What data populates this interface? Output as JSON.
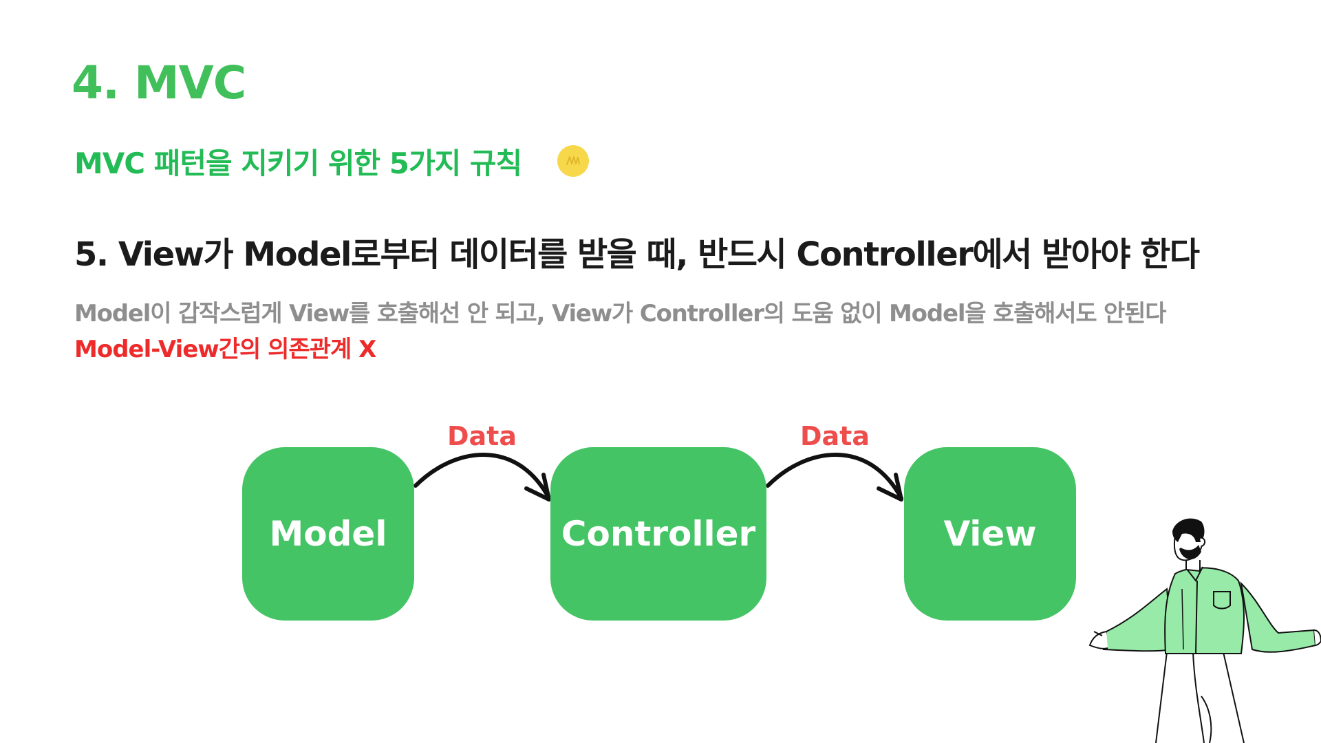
{
  "slide": {
    "section_title": "4. MVC",
    "subtitle": "MVC 패턴을 지키기 위한 5가지 규칙",
    "rule_heading": "5. View가 Model로부터 데이터를 받을 때, 반드시 Controller에서 받아야 한다",
    "description": "Model이 갑작스럽게 View를 호출해선 안 되고, View가 Controller의 도움 없이 Model을 호출해서도 안된다",
    "note": "Model-View간의 의존관계 X"
  },
  "diagram": {
    "nodes": [
      {
        "id": "model",
        "label": "Model"
      },
      {
        "id": "controller",
        "label": "Controller"
      },
      {
        "id": "view",
        "label": "View"
      }
    ],
    "edges": [
      {
        "from": "model",
        "to": "controller",
        "label": "Data"
      },
      {
        "from": "controller",
        "to": "view",
        "label": "Data"
      }
    ]
  },
  "decorations": {
    "sticker_icon": "yellow-scribble-sticker",
    "person_icon": "shrugging-person-illustration"
  },
  "colors": {
    "accent_green": "#41bf5a",
    "subtitle_green": "#22bb55",
    "node_green": "#45c465",
    "heading_dark": "#1b1b1b",
    "description_gray": "#8e8e8e",
    "note_red": "#ee2b2b",
    "edge_label_red": "#ef4c4c",
    "shirt_green": "#97eaa8"
  }
}
